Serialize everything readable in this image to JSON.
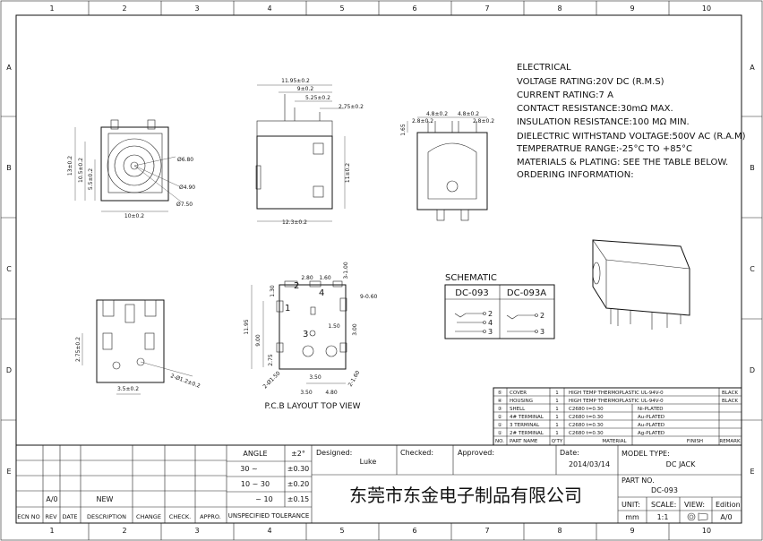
{
  "frame": {
    "col_labels": [
      "1",
      "2",
      "3",
      "4",
      "5",
      "6",
      "7",
      "8",
      "9",
      "10"
    ],
    "row_labels": [
      "A",
      "B",
      "C",
      "D",
      "E"
    ]
  },
  "front_view": {
    "dims": [
      "13±0.2",
      "10.5±0.2",
      "5.5±0.2",
      "10±0.2",
      "Ø6.80",
      "Ø4.90",
      "Ø7.50"
    ]
  },
  "side_view": {
    "dims": [
      "11.95±0.2",
      "9±0.2",
      "5.25±0.2",
      "2.75±0.2",
      "11±0.2",
      "12.3±0.2"
    ]
  },
  "rear_view": {
    "dims": [
      "4.8±0.2",
      "4.8±0.2",
      "2.8±0.2",
      "2.8±0.2",
      "1.65"
    ]
  },
  "bottom_view": {
    "dims": [
      "2.75±0.2",
      "3.5±0.2",
      "2-Ø1.2±0.2"
    ]
  },
  "pcb_layout": {
    "dims": [
      "2.80",
      "1.60",
      "3-1.00",
      "9-0.60",
      "1.30",
      "11.95",
      "9.00",
      "1.50",
      "2.75",
      "3.50",
      "4.80",
      "2-Ø1.50",
      "3.50",
      "2-1.60",
      "3.00"
    ],
    "pin_labels": [
      "1",
      "2",
      "3",
      "4"
    ],
    "caption": "P.C.B LAYOUT TOP VIEW"
  },
  "electrical": {
    "title": "ELECTRICAL",
    "lines": [
      "VOLTAGE RATING:20V DC (R.M.S)",
      "CURRENT RATING:7 A",
      "CONTACT RESISTANCE:30mΩ MAX.",
      "INSULATION RESISTANCE:100 MΩ MIN.",
      "DIELECTRIC WITHSTAND VOLTAGE:500V AC (R.A.M)",
      "TEMPERATRUE RANGE:-25°C TO +85°C",
      "MATERIALS & PLATING: SEE THE TABLE BELOW.",
      "ORDERING INFORMATION:"
    ]
  },
  "schematic": {
    "title": "SCHEMATIC",
    "columns": [
      "DC-093",
      "DC-093A"
    ],
    "pins_a": [
      "2",
      "4",
      "3"
    ],
    "pins_b": [
      "2",
      "3"
    ]
  },
  "bom": {
    "rows": [
      [
        "⑤",
        "COVER",
        "1",
        "HIGH TEMP THERMOPLASTIC UL-94V-0",
        "",
        "BLACK"
      ],
      [
        "④",
        "HOUSING",
        "1",
        "HIGH TEMP THERMOPLASTIC UL-94V-0",
        "",
        "BLACK"
      ],
      [
        "③",
        "SHELL",
        "1",
        "C2680    t=0.30",
        "Ni-PLATED",
        ""
      ],
      [
        "②",
        "4# TERMINAL",
        "1",
        "C2680    t=0.30",
        "Au-PLATED",
        ""
      ],
      [
        "①",
        "3 TERMINAL",
        "1",
        "C2680    t=0.30",
        "Au-PLATED",
        ""
      ],
      [
        "①",
        "2# TERMINAL",
        "1",
        "C2680    t=0.30",
        "Ag-PLATED",
        ""
      ]
    ],
    "header": [
      "NO.",
      "PART  NAME",
      "Q'TY",
      "MATERIAL",
      "FINISH",
      "REMARK"
    ]
  },
  "title_block": {
    "angle_label": "ANGLE",
    "angle_tol": "±2°",
    "tol_rows": [
      [
        "30 ~",
        "±0.30"
      ],
      [
        "10 ~ 30",
        "±0.20"
      ],
      [
        "~ 10",
        "±0.15"
      ]
    ],
    "unspec": "UNSPECIFIED TOLERANCE",
    "designed_label": "Designed:",
    "designer": "Luke",
    "checked_label": "Checked:",
    "approved_label": "Approved:",
    "date_label": "Date:",
    "date": "2014/03/14",
    "model_label": "MODEL TYPE:",
    "model": "DC JACK",
    "part_label": "PART NO.",
    "part": "DC-093",
    "company": "东莞市东金电子制品有限公司",
    "rev_row": [
      "A/0",
      "NEW"
    ],
    "rev_header": [
      "ECN NO",
      "REV",
      "DATE",
      "DESCRIPTION",
      "CHANGE",
      "CHECK.",
      "APPRO."
    ],
    "unit_label": "UNIT:",
    "unit": "mm",
    "scale_label": "SCALE:",
    "scale": "1:1",
    "view_label": "VIEW:",
    "edition_label": "Edition:",
    "edition": "A/0"
  }
}
